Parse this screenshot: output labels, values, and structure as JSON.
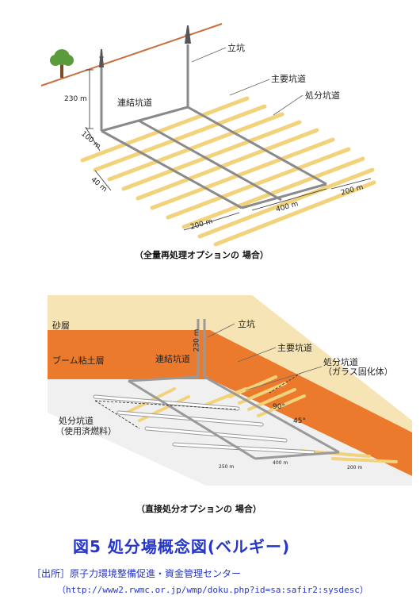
{
  "diagram1": {
    "labels": {
      "shaft": "立坑",
      "main_tunnel": "主要坑道",
      "disposal_tunnel": "処分坑道",
      "connecting_tunnel": "連結坑道"
    },
    "dimensions": {
      "depth": "230 m",
      "d100": "100 m",
      "d40": "40 m",
      "d200_bottom": "200 m",
      "d400": "400 m",
      "d200_right": "200 m"
    },
    "caption": "（全量再処理オプションの 場合）"
  },
  "diagram2": {
    "labels": {
      "sand_layer": "砂層",
      "boom_clay": "ブーム粘土層",
      "depth": "230 m",
      "shaft": "立坑",
      "main_tunnel": "主要坑道",
      "connecting_tunnel": "連結坑道",
      "disposal_glass": "処分坑道",
      "disposal_glass_sub": "（ガラス固化体）",
      "disposal_spent": "処分坑道",
      "disposal_spent_sub": "（使用済燃料）",
      "angle": "90°",
      "angle2": "45°",
      "small1": "250 m",
      "small2": "400 m",
      "small3": "200 m"
    },
    "caption": "（直接処分オプションの 場合）"
  },
  "figure_title": "図5 処分場概念図(ベルギー)",
  "source_label": "［出所］原子力環境整備促進・資金管理センター",
  "source_url": "（http://www2.rwmc.or.jp/wmp/doku.php?id=sa:safir2:sysdesc）",
  "colors": {
    "tunnel": "#f2d27a",
    "sand": "#f6e4b4",
    "clay": "#ec7a2d",
    "title_blue": "#2636c9",
    "ground_line": "#c8703c",
    "tree": "#5a9c3c"
  }
}
